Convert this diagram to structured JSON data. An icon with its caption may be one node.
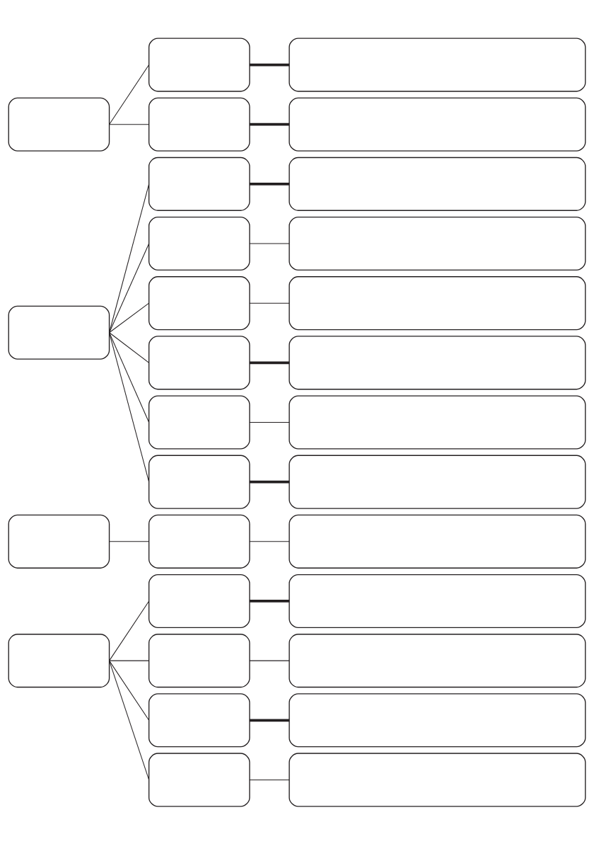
{
  "diagram": {
    "nodes": [
      {
        "text": [],
        "shape": "box"
      },
      {
        "text": [],
        "shape": "box"
      },
      {
        "text": [],
        "shape": "box"
      },
      {
        "text": [],
        "shape": "box"
      },
      {
        "text": [],
        "shape": "box"
      },
      {
        "text": [],
        "shape": "box"
      },
      {
        "text": [],
        "shape": "box"
      },
      {
        "text": [],
        "shape": "box"
      },
      {
        "text": [],
        "shape": "box"
      },
      {
        "text": [],
        "shape": "box"
      },
      {
        "text": [],
        "shape": "box"
      },
      {
        "text": [],
        "shape": "box"
      },
      {
        "text": [],
        "shape": "box"
      },
      {
        "text": [],
        "shape": "box"
      },
      {
        "text": [],
        "shape": "box"
      },
      {
        "text": [],
        "shape": "box"
      },
      {
        "text": [],
        "shape": "box"
      },
      {
        "text": [],
        "shape": "box"
      },
      {
        "text": [],
        "shape": "box"
      },
      {
        "text": [],
        "shape": "box"
      },
      {
        "text": [],
        "shape": "box"
      },
      {
        "text": [],
        "shape": "box"
      },
      {
        "text": [],
        "shape": "box"
      },
      {
        "text": [],
        "shape": "box"
      },
      {
        "text": [],
        "shape": "box"
      },
      {
        "text": [],
        "shape": "box"
      },
      {
        "text": [],
        "shape": "box"
      },
      {
        "text": [],
        "shape": "box"
      },
      {
        "text": [],
        "shape": "box"
      },
      {
        "text": [],
        "shape": "box"
      }
    ],
    "edges": [
      {
        "from": 0,
        "to": 1,
        "arrow": "none"
      },
      {
        "from": 1,
        "to": 2,
        "arrow": "none",
        "style": "thick"
      },
      {
        "from": 0,
        "to": 3,
        "arrow": "none"
      },
      {
        "from": 3,
        "to": 4,
        "arrow": "none",
        "style": "thick"
      },
      {
        "from": 5,
        "to": 6,
        "arrow": "none"
      },
      {
        "from": 6,
        "to": 7,
        "arrow": "none",
        "style": "thick"
      },
      {
        "from": 5,
        "to": 8,
        "arrow": "none"
      },
      {
        "from": 8,
        "to": 9,
        "arrow": "none"
      },
      {
        "from": 5,
        "to": 10,
        "arrow": "none"
      },
      {
        "from": 10,
        "to": 11,
        "arrow": "none"
      },
      {
        "from": 5,
        "to": 12,
        "arrow": "none"
      },
      {
        "from": 12,
        "to": 13,
        "arrow": "none",
        "style": "thick"
      },
      {
        "from": 5,
        "to": 14,
        "arrow": "none"
      },
      {
        "from": 14,
        "to": 15,
        "arrow": "none"
      },
      {
        "from": 5,
        "to": 16,
        "arrow": "none"
      },
      {
        "from": 16,
        "to": 17,
        "arrow": "none",
        "style": "thick"
      },
      {
        "from": 18,
        "to": 19,
        "arrow": "none"
      },
      {
        "from": 19,
        "to": 20,
        "arrow": "none"
      },
      {
        "from": 21,
        "to": 22,
        "arrow": "none"
      },
      {
        "from": 22,
        "to": 23,
        "arrow": "none",
        "style": "thick"
      },
      {
        "from": 21,
        "to": 24,
        "arrow": "none"
      },
      {
        "from": 24,
        "to": 25,
        "arrow": "none"
      },
      {
        "from": 21,
        "to": 26,
        "arrow": "none"
      },
      {
        "from": 26,
        "to": 27,
        "arrow": "none",
        "style": "thick"
      },
      {
        "from": 21,
        "to": 28,
        "arrow": "none"
      },
      {
        "from": 28,
        "to": 29,
        "arrow": "none"
      }
    ]
  }
}
